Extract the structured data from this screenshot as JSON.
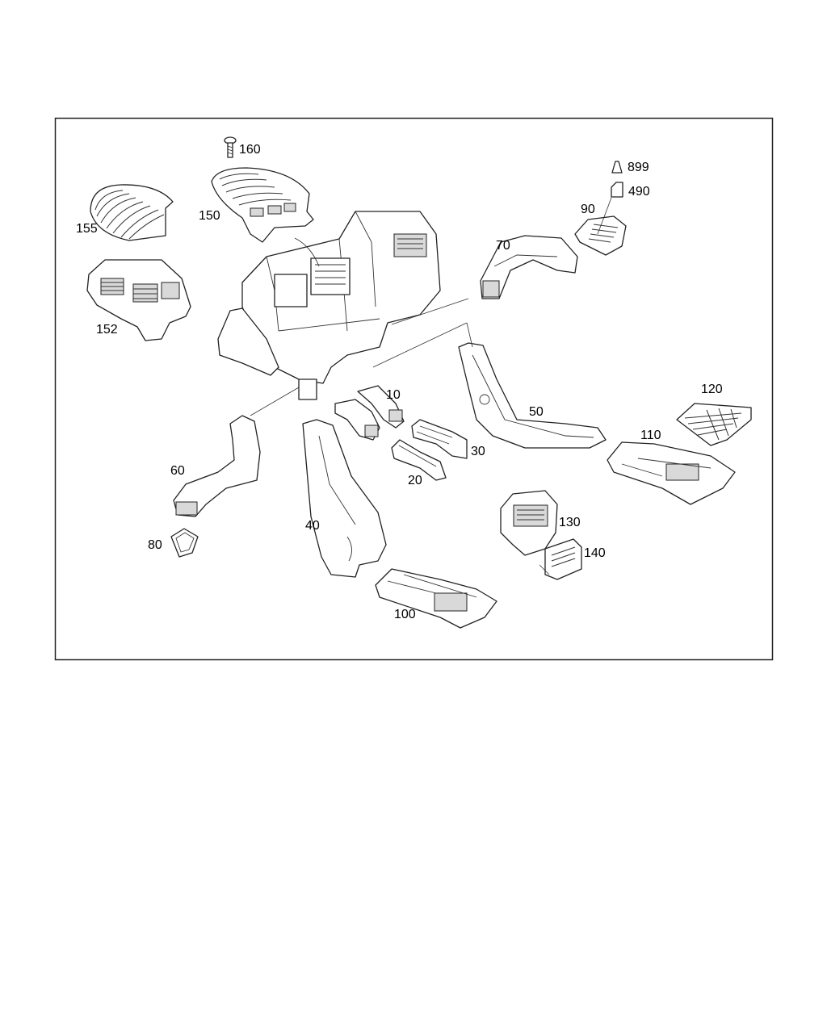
{
  "parts": [
    {
      "id": "p10",
      "label": "10"
    },
    {
      "id": "p20",
      "label": "20"
    },
    {
      "id": "p30",
      "label": "30"
    },
    {
      "id": "p40",
      "label": "40"
    },
    {
      "id": "p50",
      "label": "50"
    },
    {
      "id": "p60",
      "label": "60"
    },
    {
      "id": "p70",
      "label": "70"
    },
    {
      "id": "p80",
      "label": "80"
    },
    {
      "id": "p90",
      "label": "90"
    },
    {
      "id": "p100",
      "label": "100"
    },
    {
      "id": "p110",
      "label": "110"
    },
    {
      "id": "p120",
      "label": "120"
    },
    {
      "id": "p130",
      "label": "130"
    },
    {
      "id": "p140",
      "label": "140"
    },
    {
      "id": "p150",
      "label": "150"
    },
    {
      "id": "p152",
      "label": "152"
    },
    {
      "id": "p155",
      "label": "155"
    },
    {
      "id": "p160",
      "label": "160"
    },
    {
      "id": "p490",
      "label": "490"
    },
    {
      "id": "p899",
      "label": "899"
    }
  ]
}
